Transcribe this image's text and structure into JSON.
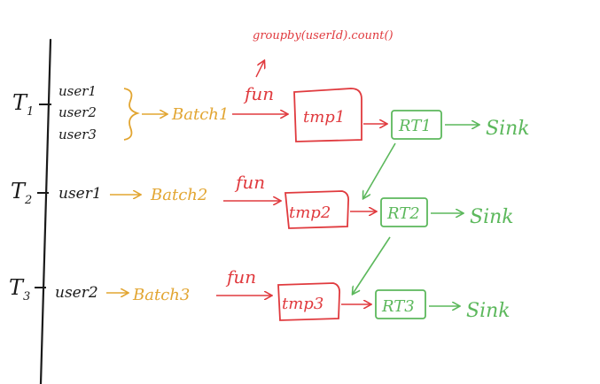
{
  "annotation": "groupby(userId).count()",
  "rows": [
    {
      "time": "T",
      "time_sub": "1",
      "users": [
        "user1",
        "user2",
        "user3"
      ],
      "batch": "Batch1",
      "fun": "fun",
      "tmp": "tmp1",
      "rt": "RT1",
      "sink": "Sink"
    },
    {
      "time": "T",
      "time_sub": "2",
      "users": [
        "user1"
      ],
      "batch": "Batch2",
      "fun": "fun",
      "tmp": "tmp2",
      "rt": "RT2",
      "sink": "Sink"
    },
    {
      "time": "T",
      "time_sub": "3",
      "users": [
        "user2"
      ],
      "batch": "Batch3",
      "fun": "fun",
      "tmp": "tmp3",
      "rt": "RT3",
      "sink": "Sink"
    }
  ],
  "colors": {
    "ink": "#1a1a1a",
    "batch": "#e2a531",
    "function": "#e03a3e",
    "result": "#5cb85c"
  }
}
